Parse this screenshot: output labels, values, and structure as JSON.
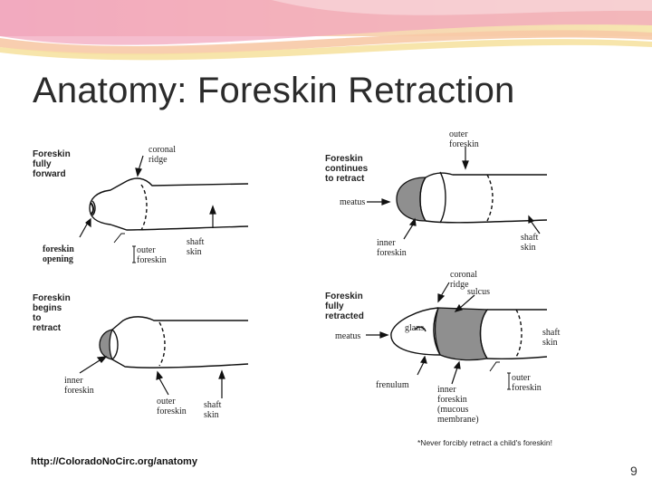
{
  "slide": {
    "title": "Anatomy: Foreskin Retraction",
    "source_url": "http://ColoradoNoCirc.org/anatomy",
    "page_number": "9",
    "note": "*Never forcibly retract a child's foreskin!"
  },
  "panels": {
    "p1": {
      "heading": [
        "Foreskin",
        "fully forward"
      ],
      "coronal_ridge": "coronal ridge",
      "foreskin_opening": [
        "foreskin",
        "opening"
      ],
      "outer_foreskin": [
        "outer",
        "foreskin"
      ],
      "shaft_skin": "shaft skin"
    },
    "p2": {
      "heading": [
        "Foreskin continues",
        "to retract"
      ],
      "outer_foreskin": [
        "outer",
        "foreskin"
      ],
      "meatus": "meatus",
      "inner_foreskin": [
        "inner",
        "foreskin"
      ],
      "shaft_skin": "shaft skin"
    },
    "p3": {
      "heading": [
        "Foreskin begins",
        "to retract"
      ],
      "inner_foreskin": [
        "inner",
        "foreskin"
      ],
      "outer_foreskin": [
        "outer",
        "foreskin"
      ],
      "shaft_skin": "shaft skin"
    },
    "p4": {
      "heading": [
        "Foreskin fully",
        "retracted"
      ],
      "coronal_ridge": "coronal ridge",
      "sulcus": "sulcus",
      "glans": "glans",
      "meatus": "meatus",
      "shaft_skin": "shaft skin",
      "frenulum": "frenulum",
      "inner_foreskin": [
        "inner",
        "foreskin",
        "(mucous",
        "membrane)"
      ],
      "outer_foreskin": [
        "outer",
        "foreskin"
      ]
    }
  },
  "colors": {
    "title": "#2b2b2b",
    "banner_pink": "#e98aa6",
    "banner_peach": "#f7c9a6",
    "banner_yellow": "#f6e2a2",
    "shading": "#8f8f8f"
  }
}
